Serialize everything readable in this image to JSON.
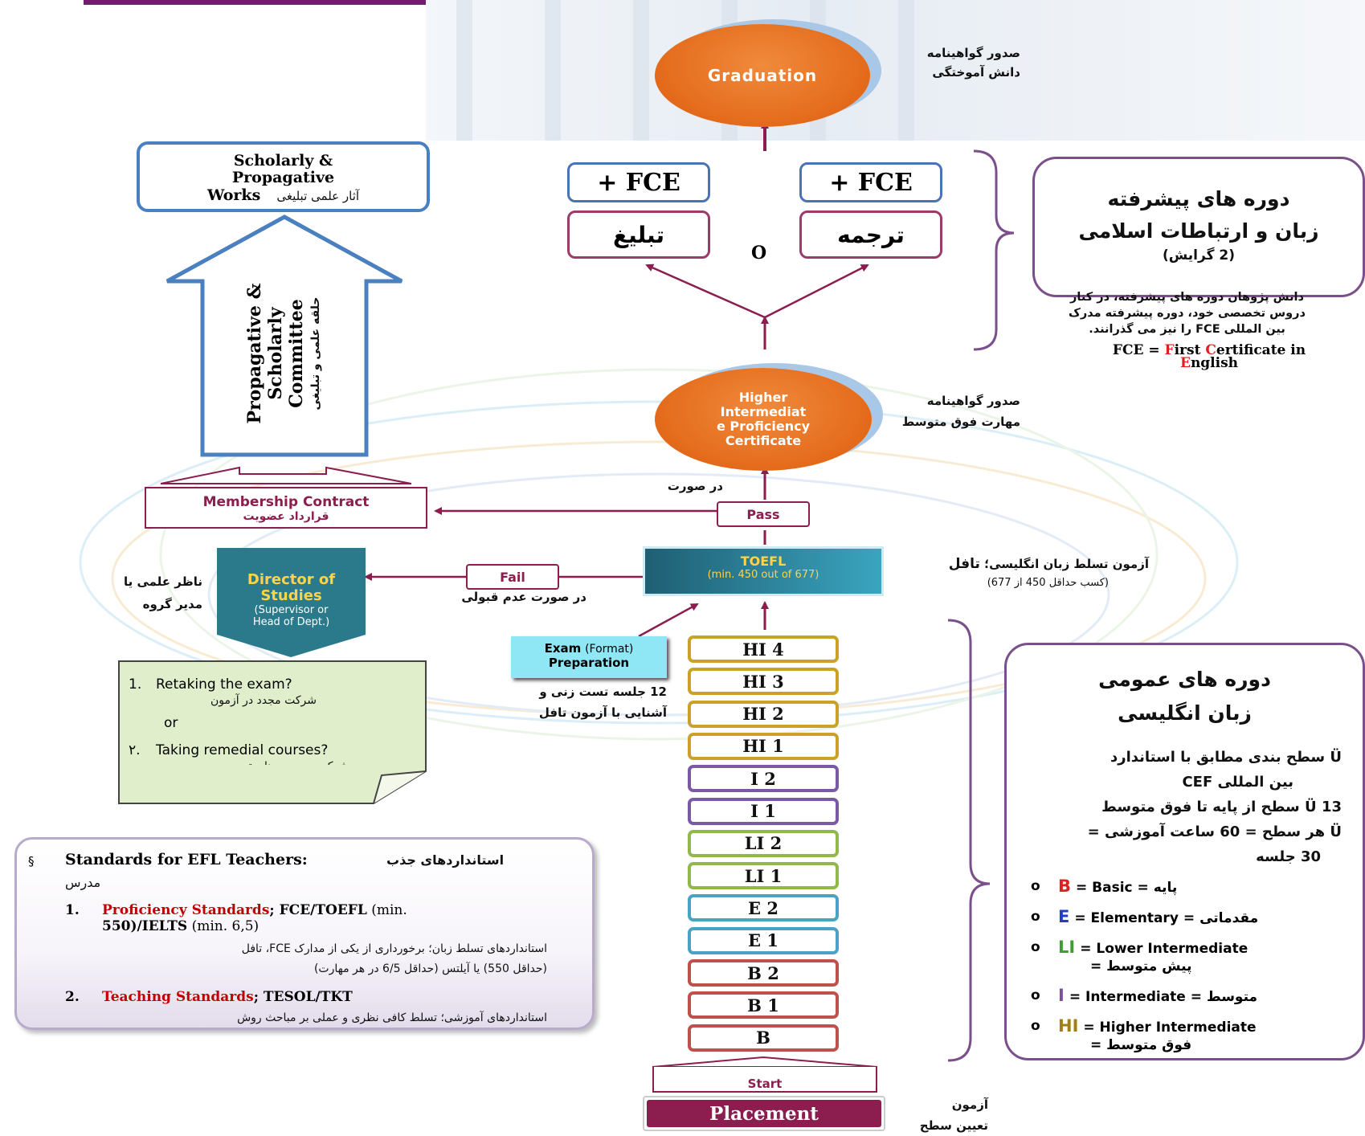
{
  "graduation": {
    "label": "Graduation",
    "cert_fa_line1": "صدور گواهینامه",
    "cert_fa_line2": "دانش آموختگی"
  },
  "fce_left": "+ FCE",
  "fce_right": "+ FCE",
  "track_left": "تبلیغ",
  "track_right": "ترجمه",
  "or_label": "O",
  "scholarly": {
    "line1": "Scholarly &",
    "line2": "Propagative",
    "line3": "Works",
    "fa": "آثار علمی تبلیغی"
  },
  "committee": {
    "line1": "Propagative & Scholarly",
    "line2": "Committee",
    "fa": "حلقه علمی و تبلیغی"
  },
  "membership": {
    "en": "Membership Contract",
    "fa": "قرارداد عضویت"
  },
  "pass_label": "Pass",
  "pass_cond": "در صورت",
  "fail_label": "Fail",
  "fail_cond": "در صورت عدم قبولی",
  "higher_cert": {
    "line1": "Higher",
    "line2": "Intermediat",
    "line3": "e Proficiency",
    "line4": "Certificate",
    "fa_line1": "صدور گواهینامه",
    "fa_line2": "مهارت فوق متوسط"
  },
  "toefl": {
    "title": "TOEFL",
    "sub": "(min. 450 out of 677)",
    "fa": "آزمون تسلط زبان انگلیسی؛ ",
    "fa_bold": "تافل",
    "fa_note": "(کسب حداقل 450 از 677)"
  },
  "director": {
    "line1": "Director of",
    "line2": "Studies",
    "line3": "(Supervisor or",
    "line4": "Head of Dept.)",
    "fa_line1": "ناظر علمی یا",
    "fa_line2": "مدیر گروه"
  },
  "retake": {
    "item1": "Retaking the exam?",
    "item1_fa": "شرکت مجدد در آزمون",
    "or": "or",
    "item2": "Taking remedial courses?",
    "item2_fa": "شرکت در دوره های ترمیمی",
    "num1": "1.",
    "num2": "۲."
  },
  "exam_prep": {
    "line1": "Exam",
    "line1_note": "(Format)",
    "line2": "Preparation",
    "fa_line1": "12 جلسه تست زنی و",
    "fa_line2": "آشنایی با آزمون تافل"
  },
  "levels": [
    {
      "label": "HI 4",
      "color": "#c9a227"
    },
    {
      "label": "HI 3",
      "color": "#c9a227"
    },
    {
      "label": "HI 2",
      "color": "#c9a227"
    },
    {
      "label": "HI 1",
      "color": "#c9a227"
    },
    {
      "label": "I 2",
      "color": "#7a5aa6"
    },
    {
      "label": "I 1",
      "color": "#7a5aa6"
    },
    {
      "label": "LI 2",
      "color": "#93b84a"
    },
    {
      "label": "LI 1",
      "color": "#93b84a"
    },
    {
      "label": "E 2",
      "color": "#4ba3c3"
    },
    {
      "label": "E 1",
      "color": "#4ba3c3"
    },
    {
      "label": "B 2",
      "color": "#c0504d"
    },
    {
      "label": "B 1",
      "color": "#c0504d"
    },
    {
      "label": "B",
      "color": "#c0504d"
    }
  ],
  "start_label": "Start",
  "placement": {
    "label": "Placement",
    "fa_line1": "آزمون",
    "fa_line2": "تعیین سطح"
  },
  "advanced": {
    "title1": "دوره های پیشرفته",
    "title2": "زبان و ارتباطات اسلامی",
    "sub": "(2 گرایش)",
    "desc1": "دانش پژوهان دوره های پیشرفته، در کنار",
    "desc2": "دروس تخصصی خود، دوره پیشرفته مدرک",
    "desc3": "بین المللی  FCE را نیز می گذرانند.",
    "fce_def_a": "FCE = ",
    "fce_F": "F",
    "fce_irst": "irst ",
    "fce_C": "C",
    "fce_ert": "ertificate in",
    "fce_E": "E",
    "fce_nglish": "nglish"
  },
  "general": {
    "title1": "دوره های عمومی",
    "title2": "زبان انگلیسی",
    "b1": "سطح بندی مطابق با استاندارد",
    "b1b": "بین المللی CEF",
    "b2": "13 سطح از پایه تا فوق متوسط",
    "b3": "هر سطح = 60 ساعت آموزشی =",
    "b3b": "30 جلسه",
    "bullet_mark": "Ü",
    "legend": [
      {
        "key": "B",
        "color": "#e02020",
        "en": "= Basic =",
        "fa": "پایه"
      },
      {
        "key": "E",
        "color": "#2040c0",
        "en": "= Elementary =",
        "fa": "مقدماتی"
      },
      {
        "key": "LI",
        "color": "#3aa030",
        "en": "= Lower Intermediate",
        "fa": "= پیش متوسط"
      },
      {
        "key": "I",
        "color": "#7a4fa0",
        "en": "= Intermediate =",
        "fa": "متوسط"
      },
      {
        "key": "HI",
        "color": "#a08010",
        "en": "= Higher Intermediate",
        "fa": "= فوق متوسط"
      }
    ]
  },
  "standards": {
    "bullet": "§",
    "title": "Standards for EFL Teachers:",
    "title_fa": "استانداردهای جذب",
    "title_fa2": "مدرس",
    "n1": "1.",
    "s1_red": "Proficiency Standards",
    "s1_rest": "; FCE/TOEFL",
    "s1_min": "(min.",
    "s1_line2a": "550)/IELTS",
    "s1_line2b": "(min. 6,5)",
    "s1_fa1": "استانداردهای تسلط زبان؛ برخورداری از یکی از مدارک FCE، تافل",
    "s1_fa2": "(حداقل 550)  یا آیلتس (حداقل 6/5 در هر مهارت)",
    "n2": "2.",
    "s2_red": "Teaching Standards",
    "s2_rest": "; TESOL/TKT",
    "s2_fa": "استانداردهای آموزشی؛ تسلط کافی نظری و عملی بر مباحث روش"
  }
}
